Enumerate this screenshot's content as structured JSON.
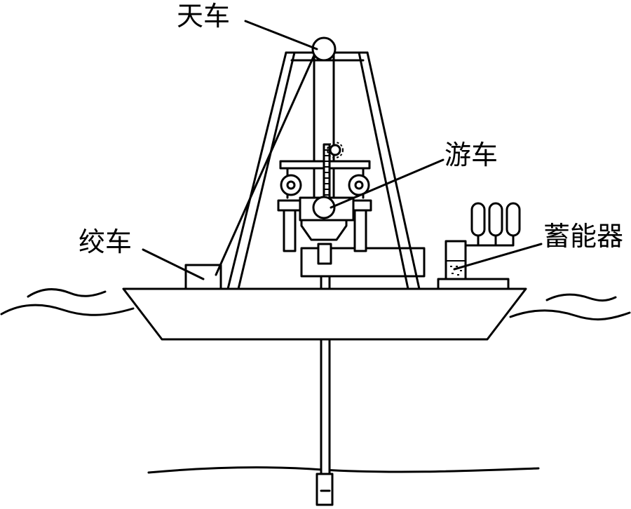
{
  "labels": {
    "crown_block": "天车",
    "traveling_block": "游车",
    "winch": "绞车",
    "accumulator": "蓄能器"
  }
}
